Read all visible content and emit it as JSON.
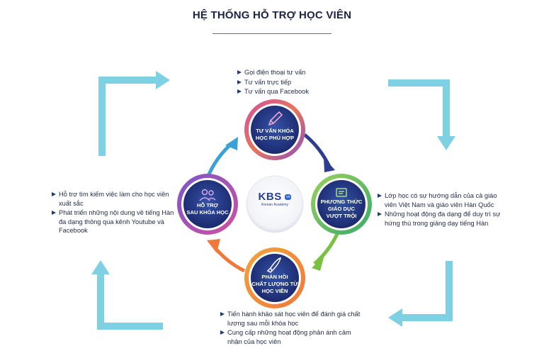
{
  "title": "HỆ THỐNG HỖ TRỢ HỌC VIÊN",
  "colors": {
    "corner_arrow": "#7dd1e3",
    "ring_navy": "#2f3d8f",
    "ring_green": "#7ac142",
    "ring_orange": "#f0793a",
    "ring_blue": "#3aa0d8",
    "node_core": "#1e2f7a",
    "bullet": "#1f3a7a"
  },
  "logo": {
    "text": "KBS",
    "badge": "vn",
    "subtitle": "Korean Academy"
  },
  "nodes": {
    "top": {
      "label_1": "TƯ VẤN KHÓA",
      "label_2": "HỌC PHÙ HỢP",
      "icon": "pencil-icon"
    },
    "right": {
      "label_1": "PHƯƠNG THỨC",
      "label_2": "GIÁO DỤC",
      "label_3": "VƯỢT TRỘI",
      "icon": "book-icon"
    },
    "bottom": {
      "label_1": "PHẢN HỒI",
      "label_2": "CHẤT LƯỢNG TỪ",
      "label_3": "HỌC VIÊN",
      "icon": "rocket-icon"
    },
    "left": {
      "label_1": "HỖ TRỢ",
      "label_2": "SAU KHÓA HỌC",
      "icon": "users-icon"
    }
  },
  "lists": {
    "top": [
      "Gọi điện thoại tư vấn",
      "Tư vấn trực tiếp",
      "Tư vấn qua Facebook"
    ],
    "right": [
      "Lớp học có sự hướng dẫn của cả giáo viên Việt Nam và giáo viên Hàn Quốc",
      "Những hoạt động đa dạng để duy trì sự hứng thú trong giảng dạy tiếng Hàn"
    ],
    "bottom": [
      "Tiến hành khảo sát học viên để đánh giá chất lượng sau mỗi khóa học",
      "Cung cấp những hoạt động phản ánh cảm nhận của học viên"
    ],
    "left": [
      "Hỗ trợ tìm kiếm việc làm cho học viên xuất sắc",
      "Phát triển những nội dung về tiếng Hàn đa dạng thông qua kênh Youtube và Facebook"
    ]
  }
}
